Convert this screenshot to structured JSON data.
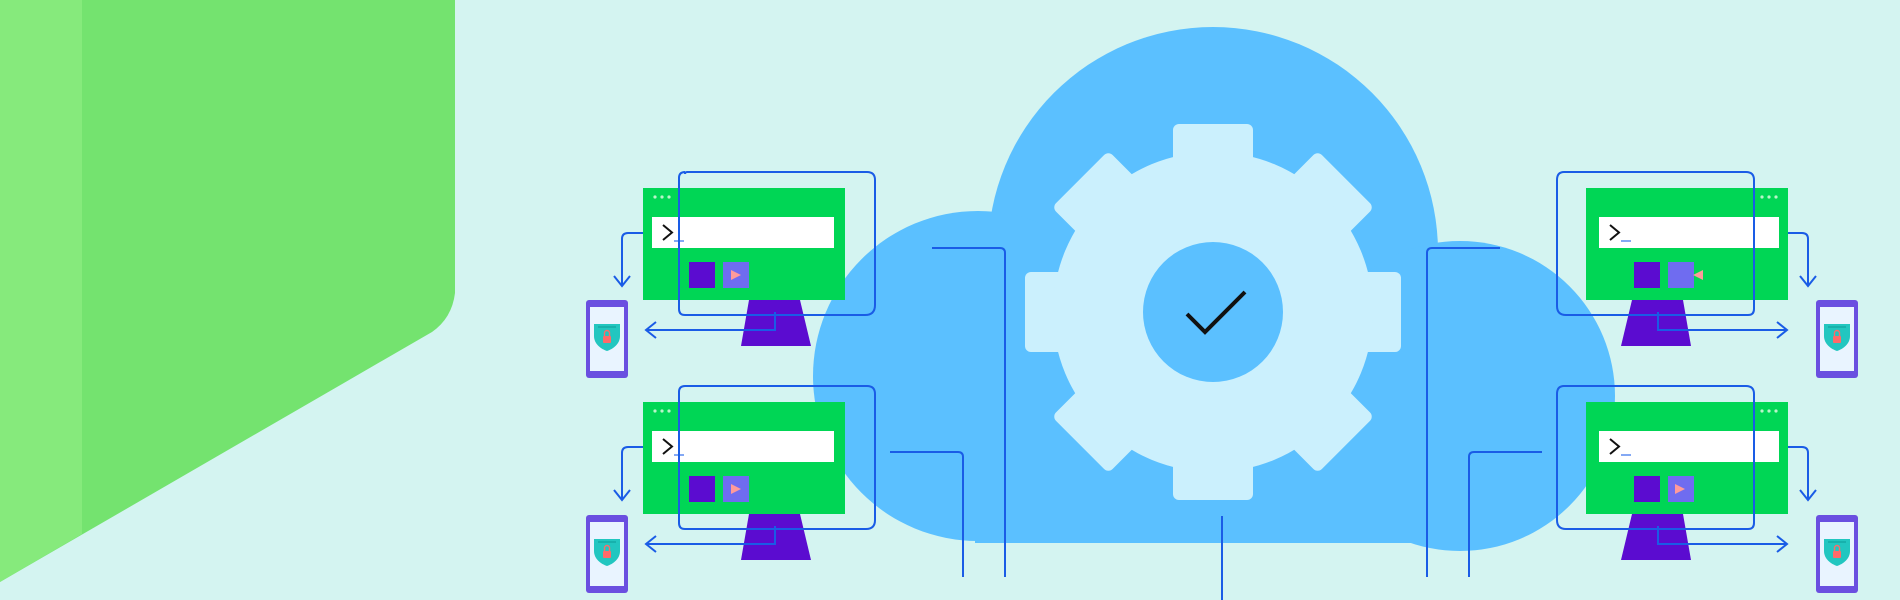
{
  "illustration": {
    "subject": "cloud-configuration-management",
    "colors": {
      "background": "#d4f4f1",
      "green_panel": "#74e36f",
      "green_panel_light": "#86ea7c",
      "cloud": "#5bc0ff",
      "gear": "#cbf0fd",
      "connector": "#1a5ce6",
      "screen": "#00d655",
      "monitor_stand": "#5b0cd0",
      "block_dark": "#5b0cd0",
      "block_light": "#6f6cf0",
      "play": "#ff9a9a",
      "phone_frame": "#6a4fe0",
      "shield": "#22c6c0",
      "lock": "#ff6a6a",
      "checkmark": "#111111"
    },
    "icons": [
      "gear-icon",
      "checkmark-icon",
      "terminal-prompt-icon",
      "play-icon",
      "shield-lock-icon"
    ],
    "workstations": [
      {
        "id": "top-left",
        "side": "left",
        "device": "phone"
      },
      {
        "id": "bottom-left",
        "side": "left",
        "device": "phone"
      },
      {
        "id": "top-right",
        "side": "right",
        "device": "phone"
      },
      {
        "id": "bottom-right",
        "side": "right",
        "device": "phone"
      }
    ]
  }
}
